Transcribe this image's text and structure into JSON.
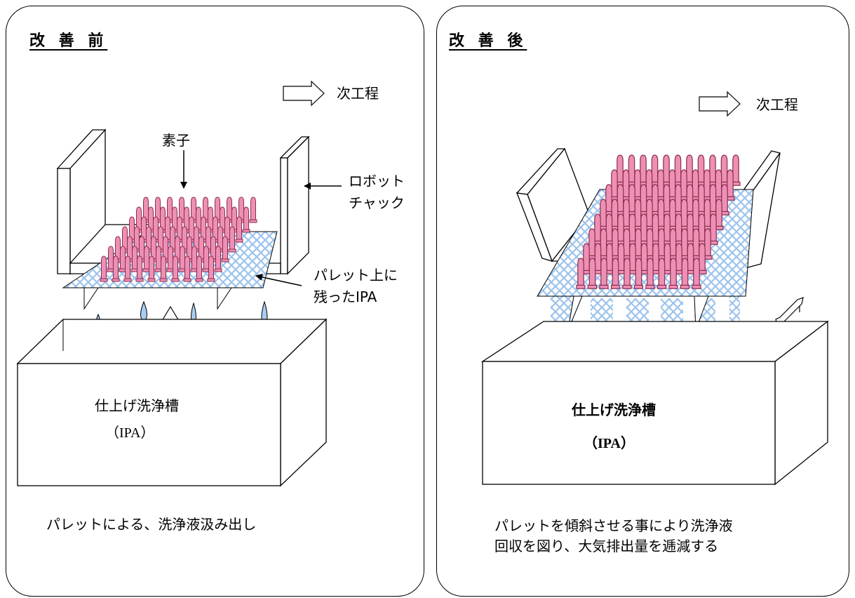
{
  "before": {
    "title": "改 善 前",
    "next_step": "次工程",
    "element_label": "素子",
    "robot_chuck_line1": "ロボット",
    "robot_chuck_line2": "チャック",
    "pallet_ipa_line1": "パレット上に",
    "pallet_ipa_line2": "残ったIPA",
    "tank_name": "仕上げ洗浄槽",
    "tank_liquid": "（IPA）",
    "caption": "パレットによる、洗浄液汲み出し"
  },
  "after": {
    "title": "改 善 後",
    "next_step": "次工程",
    "tank_name": "仕上げ洗浄槽",
    "tank_liquid": "（IPA）",
    "caption_line1": "パレットを傾斜させる事により洗浄液",
    "caption_line2": "回収を図り、大気排出量を逓減する"
  },
  "colors": {
    "element_fill": "#ee8fb4",
    "element_stroke": "#8a2f52",
    "liquid_pattern": "#9cc3ec",
    "droplet": "#a9cbef",
    "line": "#000000"
  }
}
